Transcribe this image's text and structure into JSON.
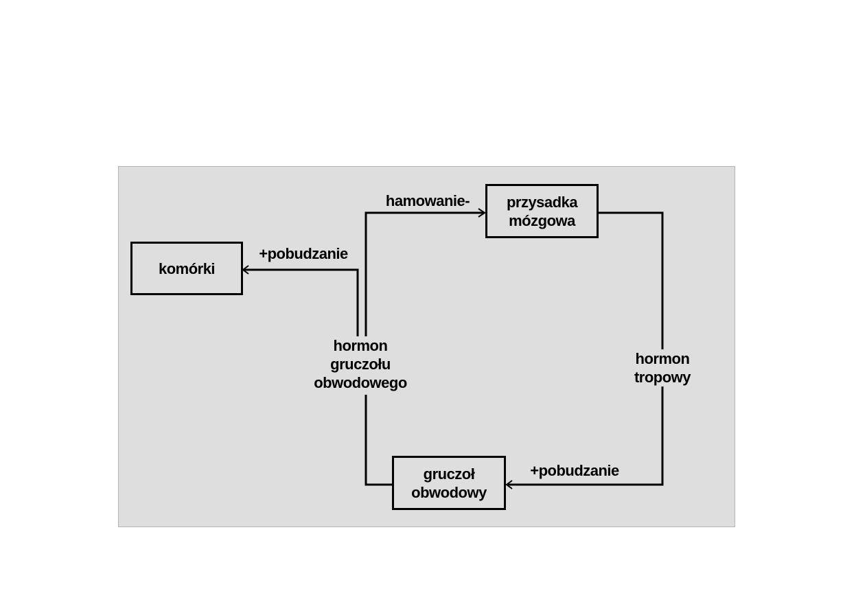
{
  "nodes": {
    "komorki": "komórki",
    "przysadka": "przysadka\nmózgowa",
    "gruczol": "gruczoł\nobwodowy"
  },
  "labels": {
    "hamowanie": "hamowanie-",
    "pobudzanie_komorki": "+pobudzanie",
    "pobudzanie_gruczol": "+pobudzanie",
    "hormon_gruczolu": "hormon\ngruczołu\nobwodowego",
    "hormon_tropowy": "hormon\ntropowy"
  },
  "colors": {
    "panel": "#dedede",
    "ink": "#000000"
  }
}
